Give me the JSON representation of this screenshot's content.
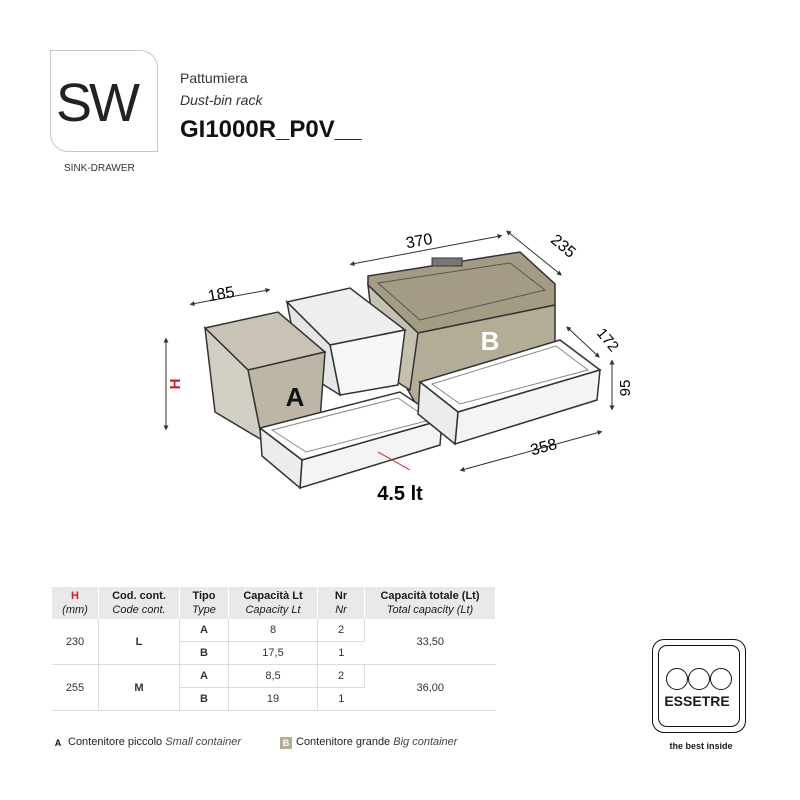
{
  "brand": {
    "logo": "SW",
    "logo_sub": "SINK-DRAWER"
  },
  "header": {
    "name_it": "Pattumiera",
    "name_en": "Dust-bin rack",
    "code": "GI1000R_P0V__"
  },
  "drawing": {
    "dim_370": "370",
    "dim_235": "235",
    "dim_185": "185",
    "dim_172": "172",
    "dim_95": "95",
    "dim_358": "358",
    "dim_h": "H",
    "label_a": "A",
    "label_b": "B",
    "capacity": "4.5 lt"
  },
  "table": {
    "headers": [
      {
        "it": "H",
        "en": "(mm)"
      },
      {
        "it": "Cod. cont.",
        "en": "Code cont."
      },
      {
        "it": "Tipo",
        "en": "Type"
      },
      {
        "it": "Capacità Lt",
        "en": "Capacity Lt"
      },
      {
        "it": "Nr",
        "en": "Nr"
      },
      {
        "it": "Capacità totale (Lt)",
        "en": "Total capacity (Lt)"
      }
    ],
    "groups": [
      {
        "h": "230",
        "code": "L",
        "total": "33,50",
        "rows": [
          {
            "type": "A",
            "cap": "8",
            "nr": "2"
          },
          {
            "type": "B",
            "cap": "17,5",
            "nr": "1"
          }
        ]
      },
      {
        "h": "255",
        "code": "M",
        "total": "36,00",
        "rows": [
          {
            "type": "A",
            "cap": "8,5",
            "nr": "2"
          },
          {
            "type": "B",
            "cap": "19",
            "nr": "1"
          }
        ]
      }
    ]
  },
  "legend": {
    "a_key": "A",
    "a_it": "Contenitore piccolo",
    "a_en": "Small container",
    "b_key": "B",
    "b_it": "Contenitore grande",
    "b_en": "Big container"
  },
  "maker": {
    "name": "ESSETRE",
    "tagline": "the best inside"
  },
  "colors": {
    "accent_red": "#d21f26",
    "container_a": "#b9b3a4",
    "container_b": "#9e9680"
  }
}
